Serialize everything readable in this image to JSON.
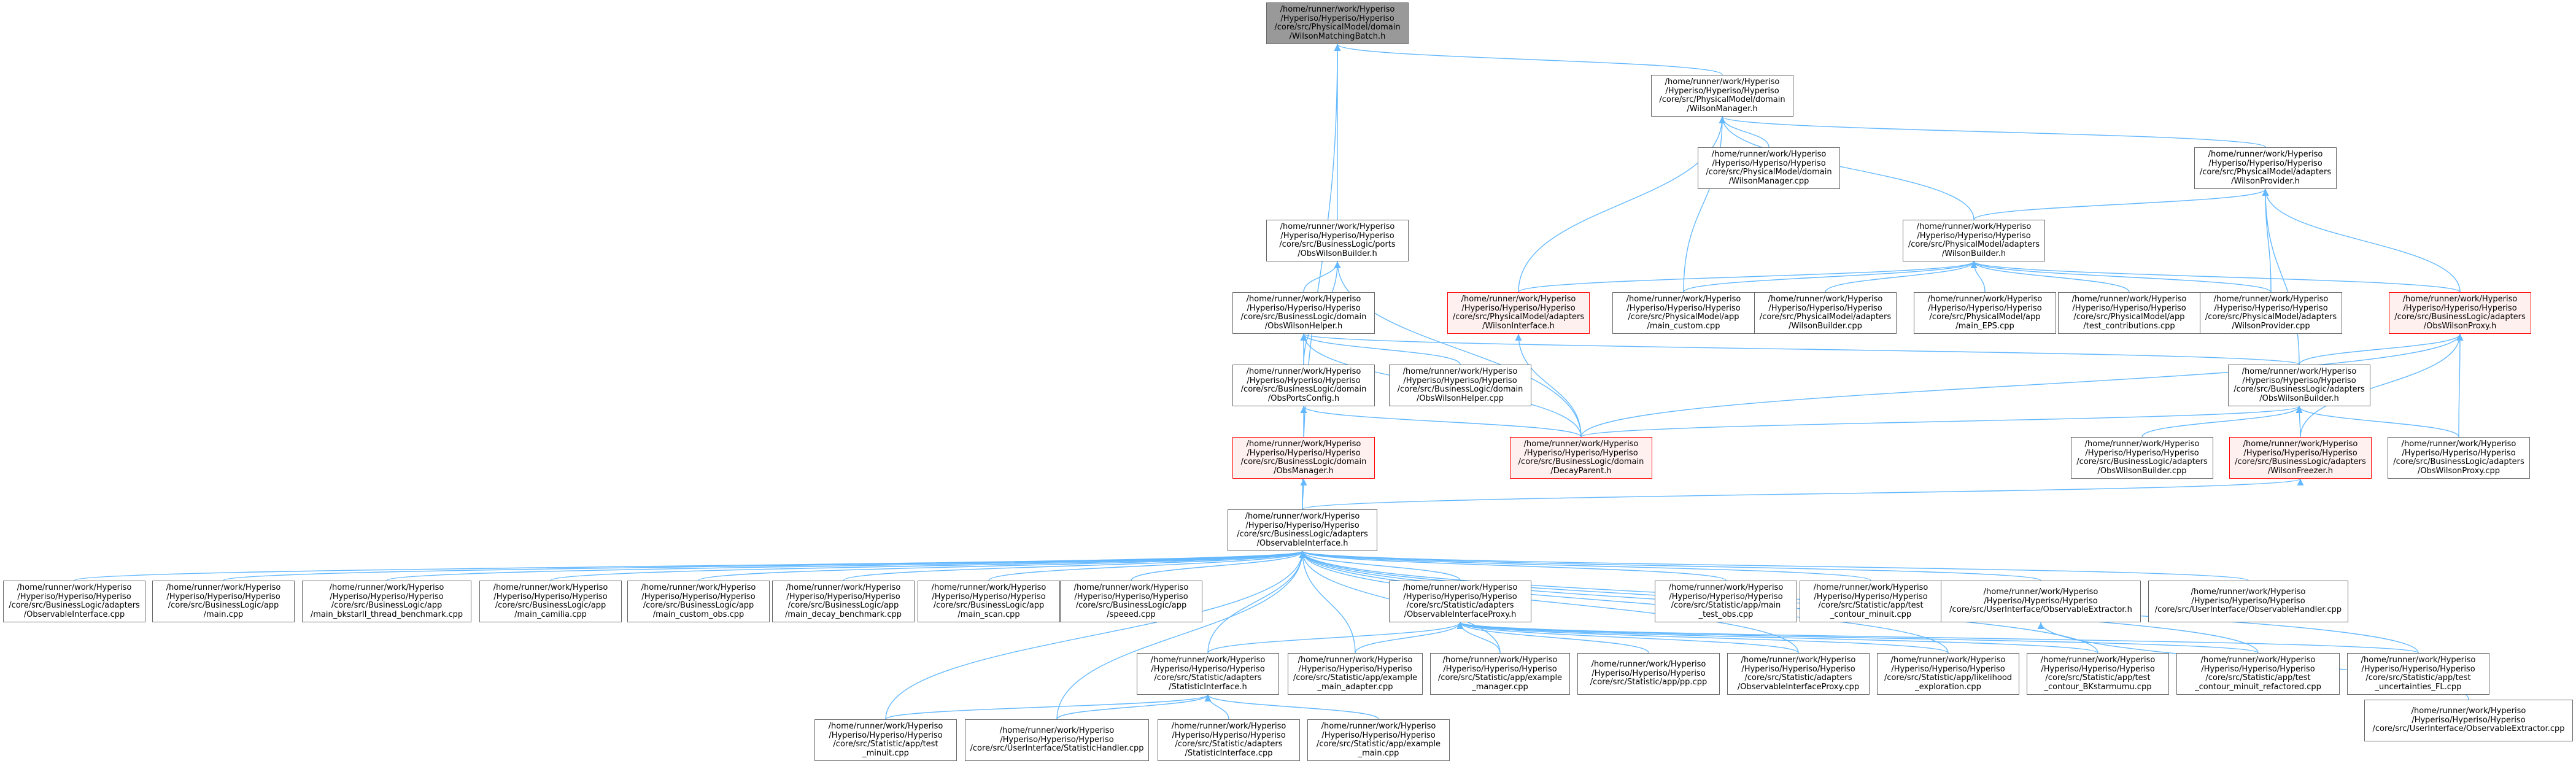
{
  "graph": {
    "edge_color": "#63b8ff",
    "nodes": [
      {
        "id": "n0",
        "label": "/home/runner/work/Hyperiso\n/Hyperiso/Hyperiso/Hyperiso\n/core/src/PhysicalModel/domain\n/WilsonMatchingBatch.h",
        "style": "root"
      },
      {
        "id": "n1",
        "label": "/home/runner/work/Hyperiso\n/Hyperiso/Hyperiso/Hyperiso\n/core/src/PhysicalModel/domain\n/WilsonManager.h",
        "style": "normal"
      },
      {
        "id": "n2",
        "label": "/home/runner/work/Hyperiso\n/Hyperiso/Hyperiso/Hyperiso\n/core/src/PhysicalModel/domain\n/WilsonManager.cpp",
        "style": "normal"
      },
      {
        "id": "n3",
        "label": "/home/runner/work/Hyperiso\n/Hyperiso/Hyperiso/Hyperiso\n/core/src/PhysicalModel/adapters\n/WilsonProvider.h",
        "style": "normal"
      },
      {
        "id": "n4",
        "label": "/home/runner/work/Hyperiso\n/Hyperiso/Hyperiso/Hyperiso\n/core/src/BusinessLogic/ports\n/ObsWilsonBuilder.h",
        "style": "normal"
      },
      {
        "id": "n5",
        "label": "/home/runner/work/Hyperiso\n/Hyperiso/Hyperiso/Hyperiso\n/core/src/PhysicalModel/adapters\n/WilsonBuilder.h",
        "style": "normal"
      },
      {
        "id": "n6",
        "label": "/home/runner/work/Hyperiso\n/Hyperiso/Hyperiso/Hyperiso\n/core/src/BusinessLogic/domain\n/ObsWilsonHelper.h",
        "style": "normal"
      },
      {
        "id": "n7",
        "label": "/home/runner/work/Hyperiso\n/Hyperiso/Hyperiso/Hyperiso\n/core/src/PhysicalModel/adapters\n/WilsonInterface.h",
        "style": "highlight"
      },
      {
        "id": "n8",
        "label": "/home/runner/work/Hyperiso\n/Hyperiso/Hyperiso/Hyperiso\n/core/src/PhysicalModel/app\n/main_custom.cpp",
        "style": "normal"
      },
      {
        "id": "n9",
        "label": "/home/runner/work/Hyperiso\n/Hyperiso/Hyperiso/Hyperiso\n/core/src/PhysicalModel/adapters\n/WilsonBuilder.cpp",
        "style": "normal"
      },
      {
        "id": "n10",
        "label": "/home/runner/work/Hyperiso\n/Hyperiso/Hyperiso/Hyperiso\n/core/src/PhysicalModel/app\n/main_EPS.cpp",
        "style": "normal"
      },
      {
        "id": "n11",
        "label": "/home/runner/work/Hyperiso\n/Hyperiso/Hyperiso/Hyperiso\n/core/src/PhysicalModel/app\n/test_contributions.cpp",
        "style": "normal"
      },
      {
        "id": "n12",
        "label": "/home/runner/work/Hyperiso\n/Hyperiso/Hyperiso/Hyperiso\n/core/src/PhysicalModel/adapters\n/WilsonProvider.cpp",
        "style": "normal"
      },
      {
        "id": "n13",
        "label": "/home/runner/work/Hyperiso\n/Hyperiso/Hyperiso/Hyperiso\n/core/src/BusinessLogic/adapters\n/ObsWilsonProxy.h",
        "style": "highlight"
      },
      {
        "id": "n14",
        "label": "/home/runner/work/Hyperiso\n/Hyperiso/Hyperiso/Hyperiso\n/core/src/BusinessLogic/domain\n/ObsPortsConfig.h",
        "style": "normal"
      },
      {
        "id": "n15",
        "label": "/home/runner/work/Hyperiso\n/Hyperiso/Hyperiso/Hyperiso\n/core/src/BusinessLogic/domain\n/ObsWilsonHelper.cpp",
        "style": "normal"
      },
      {
        "id": "n16",
        "label": "/home/runner/work/Hyperiso\n/Hyperiso/Hyperiso/Hyperiso\n/core/src/BusinessLogic/adapters\n/ObsWilsonBuilder.h",
        "style": "normal"
      },
      {
        "id": "n17",
        "label": "/home/runner/work/Hyperiso\n/Hyperiso/Hyperiso/Hyperiso\n/core/src/BusinessLogic/domain\n/ObsManager.h",
        "style": "highlight"
      },
      {
        "id": "n18",
        "label": "/home/runner/work/Hyperiso\n/Hyperiso/Hyperiso/Hyperiso\n/core/src/BusinessLogic/domain\n/DecayParent.h",
        "style": "highlight"
      },
      {
        "id": "n19",
        "label": "/home/runner/work/Hyperiso\n/Hyperiso/Hyperiso/Hyperiso\n/core/src/BusinessLogic/adapters\n/ObsWilsonBuilder.cpp",
        "style": "normal"
      },
      {
        "id": "n20",
        "label": "/home/runner/work/Hyperiso\n/Hyperiso/Hyperiso/Hyperiso\n/core/src/BusinessLogic/adapters\n/WilsonFreezer.h",
        "style": "highlight"
      },
      {
        "id": "n21",
        "label": "/home/runner/work/Hyperiso\n/Hyperiso/Hyperiso/Hyperiso\n/core/src/BusinessLogic/adapters\n/ObsWilsonProxy.cpp",
        "style": "normal"
      },
      {
        "id": "n22",
        "label": "/home/runner/work/Hyperiso\n/Hyperiso/Hyperiso/Hyperiso\n/core/src/BusinessLogic/adapters\n/ObservableInterface.h",
        "style": "normal"
      },
      {
        "id": "n23",
        "label": "/home/runner/work/Hyperiso\n/Hyperiso/Hyperiso/Hyperiso\n/core/src/BusinessLogic/adapters\n/ObservableInterface.cpp",
        "style": "normal"
      },
      {
        "id": "n24",
        "label": "/home/runner/work/Hyperiso\n/Hyperiso/Hyperiso/Hyperiso\n/core/src/BusinessLogic/app\n/main.cpp",
        "style": "normal"
      },
      {
        "id": "n25",
        "label": "/home/runner/work/Hyperiso\n/Hyperiso/Hyperiso/Hyperiso\n/core/src/BusinessLogic/app\n/main_bkstarll_thread_benchmark.cpp",
        "style": "normal"
      },
      {
        "id": "n26",
        "label": "/home/runner/work/Hyperiso\n/Hyperiso/Hyperiso/Hyperiso\n/core/src/BusinessLogic/app\n/main_camilia.cpp",
        "style": "normal"
      },
      {
        "id": "n27",
        "label": "/home/runner/work/Hyperiso\n/Hyperiso/Hyperiso/Hyperiso\n/core/src/BusinessLogic/app\n/main_custom_obs.cpp",
        "style": "normal"
      },
      {
        "id": "n28",
        "label": "/home/runner/work/Hyperiso\n/Hyperiso/Hyperiso/Hyperiso\n/core/src/BusinessLogic/app\n/main_decay_benchmark.cpp",
        "style": "normal"
      },
      {
        "id": "n29",
        "label": "/home/runner/work/Hyperiso\n/Hyperiso/Hyperiso/Hyperiso\n/core/src/BusinessLogic/app\n/main_scan.cpp",
        "style": "normal"
      },
      {
        "id": "n30",
        "label": "/home/runner/work/Hyperiso\n/Hyperiso/Hyperiso/Hyperiso\n/core/src/BusinessLogic/app\n/speeed.cpp",
        "style": "normal"
      },
      {
        "id": "n31",
        "label": "/home/runner/work/Hyperiso\n/Hyperiso/Hyperiso/Hyperiso\n/core/src/Statistic/adapters\n/ObservableInterfaceProxy.h",
        "style": "normal"
      },
      {
        "id": "n32",
        "label": "/home/runner/work/Hyperiso\n/Hyperiso/Hyperiso/Hyperiso\n/core/src/Statistic/app/main\n_test_obs.cpp",
        "style": "normal"
      },
      {
        "id": "n33",
        "label": "/home/runner/work/Hyperiso\n/Hyperiso/Hyperiso/Hyperiso\n/core/src/Statistic/app/test\n_contour_minuit.cpp",
        "style": "normal"
      },
      {
        "id": "n34",
        "label": "/home/runner/work/Hyperiso\n/Hyperiso/Hyperiso/Hyperiso\n/core/src/UserInterface/ObservableExtractor.h",
        "style": "normal"
      },
      {
        "id": "n35",
        "label": "/home/runner/work/Hyperiso\n/Hyperiso/Hyperiso/Hyperiso\n/core/src/UserInterface/ObservableHandler.cpp",
        "style": "normal"
      },
      {
        "id": "n36",
        "label": "/home/runner/work/Hyperiso\n/Hyperiso/Hyperiso/Hyperiso\n/core/src/Statistic/adapters\n/StatisticInterface.h",
        "style": "normal"
      },
      {
        "id": "n37",
        "label": "/home/runner/work/Hyperiso\n/Hyperiso/Hyperiso/Hyperiso\n/core/src/Statistic/app/example\n_main_adapter.cpp",
        "style": "normal"
      },
      {
        "id": "n38",
        "label": "/home/runner/work/Hyperiso\n/Hyperiso/Hyperiso/Hyperiso\n/core/src/Statistic/app/example\n_manager.cpp",
        "style": "normal"
      },
      {
        "id": "n39",
        "label": "/home/runner/work/Hyperiso\n/Hyperiso/Hyperiso/Hyperiso\n/core/src/Statistic/app/pp.cpp",
        "style": "normal"
      },
      {
        "id": "n40",
        "label": "/home/runner/work/Hyperiso\n/Hyperiso/Hyperiso/Hyperiso\n/core/src/Statistic/adapters\n/ObservableInterfaceProxy.cpp",
        "style": "normal"
      },
      {
        "id": "n41",
        "label": "/home/runner/work/Hyperiso\n/Hyperiso/Hyperiso/Hyperiso\n/core/src/Statistic/app/likelihood\n_exploration.cpp",
        "style": "normal"
      },
      {
        "id": "n42",
        "label": "/home/runner/work/Hyperiso\n/Hyperiso/Hyperiso/Hyperiso\n/core/src/Statistic/app/test\n_contour_BKstarmumu.cpp",
        "style": "normal"
      },
      {
        "id": "n43",
        "label": "/home/runner/work/Hyperiso\n/Hyperiso/Hyperiso/Hyperiso\n/core/src/Statistic/app/test\n_contour_minuit_refactored.cpp",
        "style": "normal"
      },
      {
        "id": "n44",
        "label": "/home/runner/work/Hyperiso\n/Hyperiso/Hyperiso/Hyperiso\n/core/src/Statistic/app/test\n_uncertainties_FL.cpp",
        "style": "normal"
      },
      {
        "id": "n45",
        "label": "/home/runner/work/Hyperiso\n/Hyperiso/Hyperiso/Hyperiso\n/core/src/UserInterface/ObservableExtractor.cpp",
        "style": "normal"
      },
      {
        "id": "n46",
        "label": "/home/runner/work/Hyperiso\n/Hyperiso/Hyperiso/Hyperiso\n/core/src/Statistic/app/test\n_minuit.cpp",
        "style": "normal"
      },
      {
        "id": "n47",
        "label": "/home/runner/work/Hyperiso\n/Hyperiso/Hyperiso/Hyperiso\n/core/src/UserInterface/StatisticHandler.cpp",
        "style": "normal"
      },
      {
        "id": "n48",
        "label": "/home/runner/work/Hyperiso\n/Hyperiso/Hyperiso/Hyperiso\n/core/src/Statistic/adapters\n/StatisticInterface.cpp",
        "style": "normal"
      },
      {
        "id": "n49",
        "label": "/home/runner/work/Hyperiso\n/Hyperiso/Hyperiso/Hyperiso\n/core/src/Statistic/app/example\n_main.cpp",
        "style": "normal"
      }
    ],
    "edges": [
      [
        "n1",
        "n0"
      ],
      [
        "n4",
        "n0"
      ],
      [
        "n22",
        "n0"
      ],
      [
        "n2",
        "n1"
      ],
      [
        "n3",
        "n1"
      ],
      [
        "n5",
        "n1"
      ],
      [
        "n7",
        "n1"
      ],
      [
        "n8",
        "n1"
      ],
      [
        "n5",
        "n3"
      ],
      [
        "n12",
        "n3"
      ],
      [
        "n13",
        "n3"
      ],
      [
        "n16",
        "n3"
      ],
      [
        "n6",
        "n4"
      ],
      [
        "n14",
        "n4"
      ],
      [
        "n18",
        "n4"
      ],
      [
        "n7",
        "n5"
      ],
      [
        "n8",
        "n5"
      ],
      [
        "n9",
        "n5"
      ],
      [
        "n10",
        "n5"
      ],
      [
        "n11",
        "n5"
      ],
      [
        "n12",
        "n5"
      ],
      [
        "n13",
        "n5"
      ],
      [
        "n14",
        "n6"
      ],
      [
        "n15",
        "n6"
      ],
      [
        "n16",
        "n6"
      ],
      [
        "n18",
        "n6"
      ],
      [
        "n18",
        "n7"
      ],
      [
        "n16",
        "n13"
      ],
      [
        "n18",
        "n13"
      ],
      [
        "n20",
        "n13"
      ],
      [
        "n21",
        "n13"
      ],
      [
        "n17",
        "n14"
      ],
      [
        "n18",
        "n14"
      ],
      [
        "n22",
        "n17"
      ],
      [
        "n18",
        "n16"
      ],
      [
        "n19",
        "n16"
      ],
      [
        "n20",
        "n16"
      ],
      [
        "n21",
        "n16"
      ],
      [
        "n22",
        "n20"
      ],
      [
        "n23",
        "n22"
      ],
      [
        "n24",
        "n22"
      ],
      [
        "n25",
        "n22"
      ],
      [
        "n26",
        "n22"
      ],
      [
        "n27",
        "n22"
      ],
      [
        "n28",
        "n22"
      ],
      [
        "n29",
        "n22"
      ],
      [
        "n30",
        "n22"
      ],
      [
        "n31",
        "n22"
      ],
      [
        "n32",
        "n22"
      ],
      [
        "n33",
        "n22"
      ],
      [
        "n34",
        "n22"
      ],
      [
        "n35",
        "n22"
      ],
      [
        "n36",
        "n22"
      ],
      [
        "n37",
        "n22"
      ],
      [
        "n38",
        "n22"
      ],
      [
        "n40",
        "n22"
      ],
      [
        "n41",
        "n22"
      ],
      [
        "n42",
        "n22"
      ],
      [
        "n43",
        "n22"
      ],
      [
        "n44",
        "n22"
      ],
      [
        "n46",
        "n22"
      ],
      [
        "n47",
        "n22"
      ],
      [
        "n36",
        "n31"
      ],
      [
        "n37",
        "n31"
      ],
      [
        "n38",
        "n31"
      ],
      [
        "n39",
        "n31"
      ],
      [
        "n40",
        "n31"
      ],
      [
        "n41",
        "n31"
      ],
      [
        "n42",
        "n31"
      ],
      [
        "n43",
        "n31"
      ],
      [
        "n44",
        "n31"
      ],
      [
        "n45",
        "n34"
      ],
      [
        "n46",
        "n36"
      ],
      [
        "n47",
        "n36"
      ],
      [
        "n48",
        "n36"
      ],
      [
        "n49",
        "n36"
      ]
    ]
  }
}
